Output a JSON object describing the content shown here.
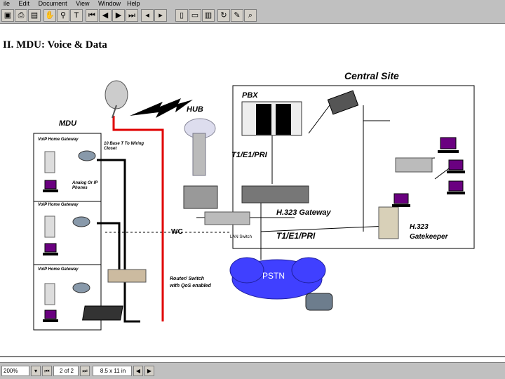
{
  "menu": {
    "items": [
      "ile",
      "Edit",
      "Document",
      "View",
      "Window"
    ],
    "help": "Help"
  },
  "toolbar": {
    "buttons": [
      "save-icon",
      "print-icon",
      "page-icon",
      "hand-icon",
      "zoom-icon",
      "text-select-icon",
      "first-page-icon",
      "prev-page-icon",
      "next-page-icon",
      "last-page-icon",
      "go-back-icon",
      "go-forward-icon",
      "single-page-icon",
      "continuous-icon",
      "facing-icon",
      "rotate-icon",
      "bookmark-icon",
      "find-icon"
    ]
  },
  "slide": {
    "title": "II. MDU: Voice & Data",
    "central_site": "Central Site",
    "pbx": "PBX",
    "hub": "HUB",
    "mdu": "MDU",
    "voip_gateway_1": "VoIP Home Gateway",
    "voip_gateway_2": "VoIP Home Gateway",
    "voip_gateway_3": "VoIP Home Gateway",
    "base_t": "10 Base T To Wiring Closet",
    "analog_phones": "Analog Or IP Phones",
    "t1_upper": "T1/E1/PRI",
    "h323_gateway": "H.323 Gateway",
    "wc": "WC",
    "lan_switch": "LAN Switch",
    "t1_lower": "T1/E1/PRI",
    "h323_gatekeeper_1": "H.323",
    "h323_gatekeeper_2": "Gatekeeper",
    "pstn": "PSTN",
    "router_1": "Router/ Switch",
    "router_2": "with QoS enabled"
  },
  "statusbar": {
    "zoom": "200%",
    "page": "2 of 2",
    "size": "8.5 x 11 in"
  },
  "colors": {
    "chrome": "#c0c0c0",
    "red_line": "#e00000",
    "pstn_cloud": "#4040ff",
    "pstn_text": "#ffffff"
  }
}
